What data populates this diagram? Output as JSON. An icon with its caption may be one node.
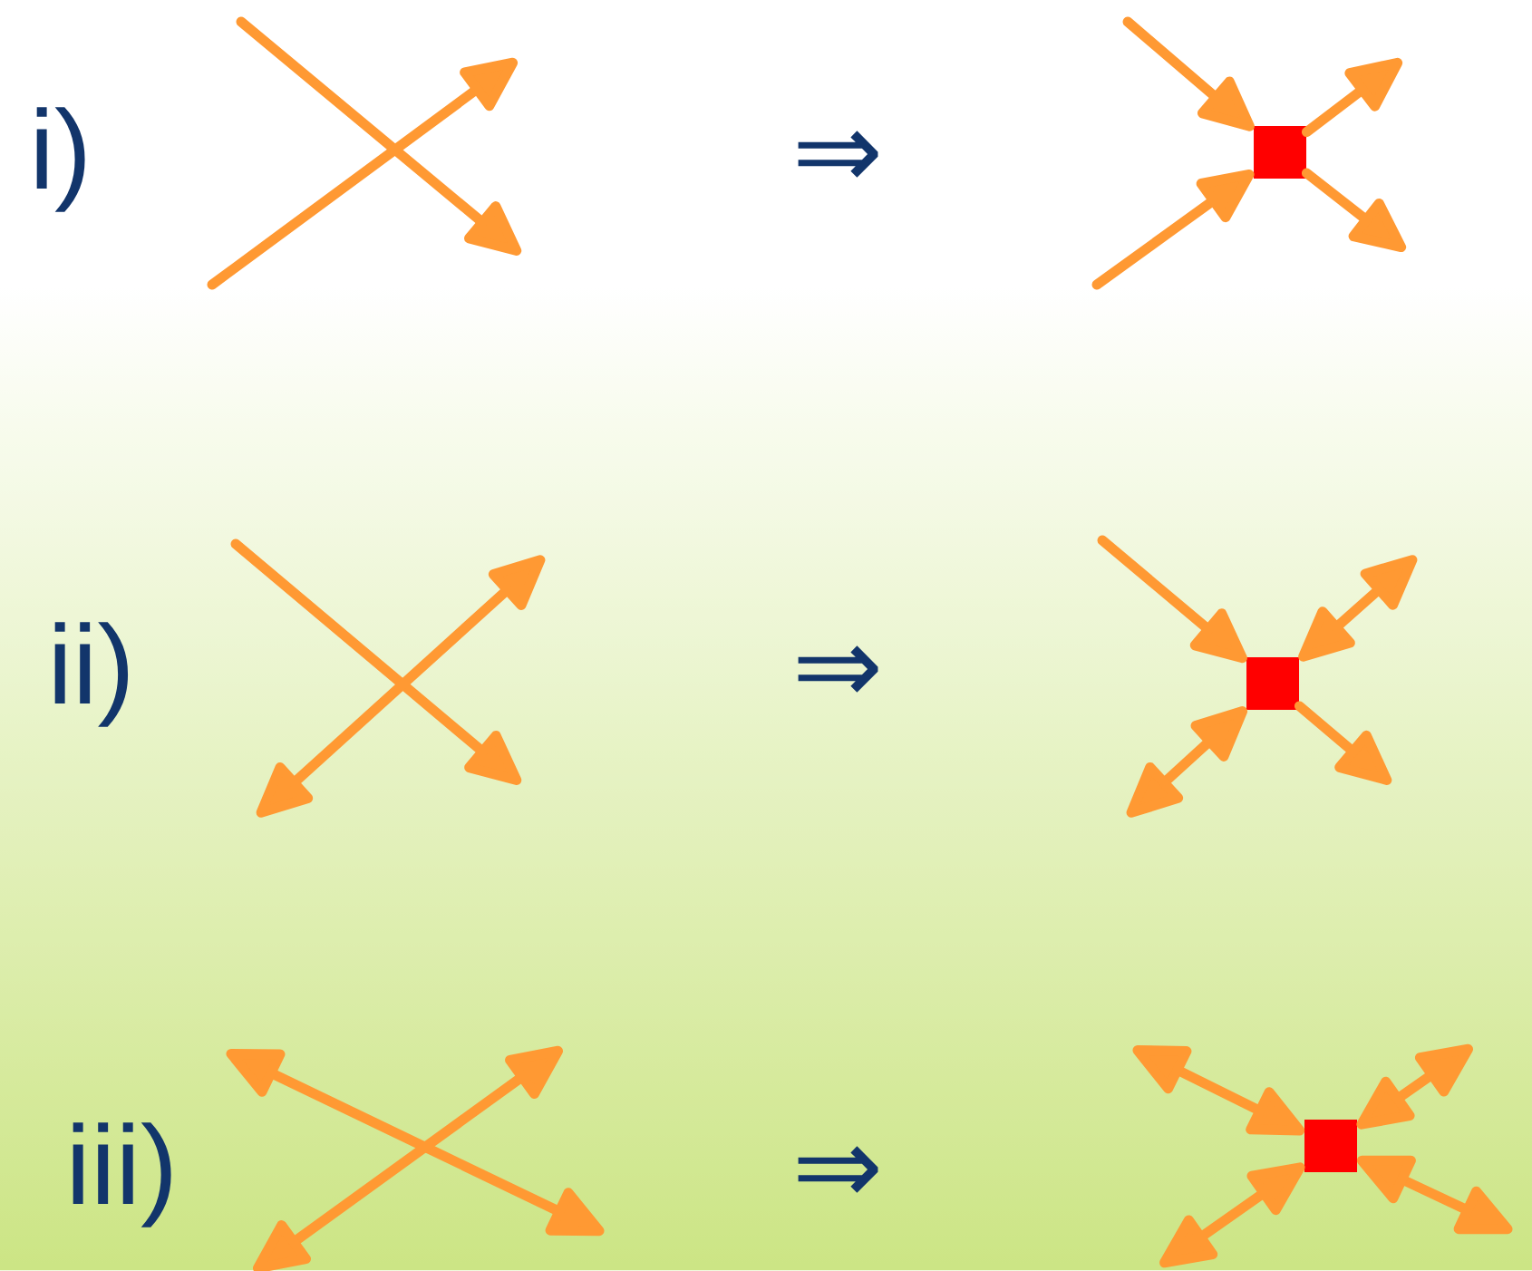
{
  "diagram": {
    "nodes": [
      {
        "text": [],
        "shape": "box"
      },
      {
        "text": [],
        "shape": "box"
      },
      {
        "text": [],
        "shape": "box"
      }
    ],
    "edges": [
      {
        "from": null,
        "to": 0,
        "arrow": "to"
      },
      {
        "from": null,
        "to": 0,
        "arrow": "to"
      },
      {
        "from": 0,
        "to": null,
        "arrow": "to"
      },
      {
        "from": 0,
        "to": null,
        "arrow": "to"
      },
      {
        "from": null,
        "to": 1,
        "arrow": "to"
      },
      {
        "from": null,
        "to": 1,
        "arrow": "both"
      },
      {
        "from": null,
        "to": 1,
        "arrow": "both"
      },
      {
        "from": 1,
        "to": null,
        "arrow": "to"
      },
      {
        "from": null,
        "to": 2,
        "arrow": "both"
      },
      {
        "from": null,
        "to": 2,
        "arrow": "both"
      },
      {
        "from": null,
        "to": 2,
        "arrow": "both"
      },
      {
        "from": null,
        "to": 2,
        "arrow": "both"
      }
    ],
    "labels": [
      "i)",
      "⇒",
      "ii)",
      "⇒",
      "iii)",
      "⇒"
    ]
  }
}
